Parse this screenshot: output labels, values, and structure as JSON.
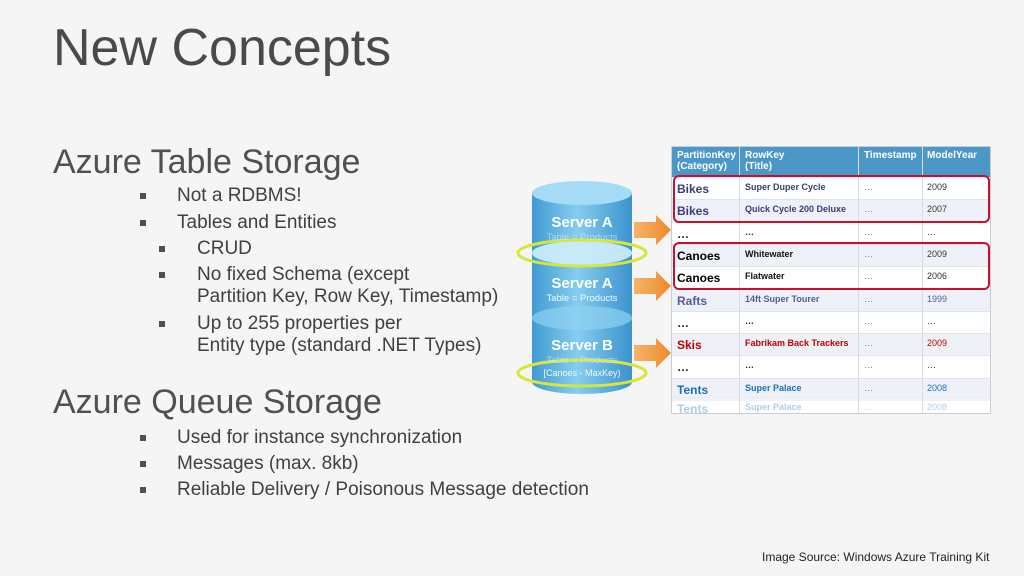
{
  "slide": {
    "title": "New Concepts",
    "section1": {
      "heading": "Azure Table Storage",
      "bullets": [
        "Not a RDBMS!",
        "Tables and Entities"
      ],
      "sub_bullets": [
        [
          "CRUD"
        ],
        [
          "No fixed Schema (except",
          "Partition Key, Row Key, Timestamp)"
        ],
        [
          "Up to 255 properties per",
          "Entity type (standard .NET Types)"
        ]
      ]
    },
    "section2": {
      "heading": "Azure Queue Storage",
      "bullets": [
        "Used for instance synchronization",
        "Messages (max. 8kb)",
        "Reliable Delivery / Poisonous Message detection"
      ]
    },
    "caption": "Image Source: Windows Azure Training Kit"
  },
  "diagram": {
    "servers": [
      {
        "name": "Server A",
        "sub": "Table = Products"
      },
      {
        "name": "Server A",
        "sub": "Table = Products"
      },
      {
        "name": "Server B",
        "sub": "Table = Products",
        "sub2": "[Canoes - MaxKey)"
      }
    ],
    "table": {
      "headers": [
        [
          "PartitionKey",
          "(Category)"
        ],
        [
          "RowKey",
          "(Title)"
        ],
        [
          "Timestamp"
        ],
        [
          "ModelYear"
        ]
      ],
      "rows": [
        [
          "Bikes",
          "Super Duper Cycle",
          "…",
          "2009"
        ],
        [
          "Bikes",
          "Quick Cycle 200 Deluxe",
          "…",
          "2007"
        ],
        [
          "…",
          "…",
          "…",
          "…"
        ],
        [
          "Canoes",
          "Whitewater",
          "…",
          "2009"
        ],
        [
          "Canoes",
          "Flatwater",
          "…",
          "2006"
        ],
        [
          "Rafts",
          "14ft Super Tourer",
          "…",
          "1999"
        ],
        [
          "…",
          "…",
          "…",
          "…"
        ],
        [
          "Skis",
          "Fabrikam Back Trackers",
          "…",
          "2009"
        ],
        [
          "…",
          "…",
          "…",
          "…"
        ],
        [
          "Tents",
          "Super Palace",
          "…",
          "2008"
        ]
      ],
      "reflection": [
        "Tents",
        "Super Palace",
        "…",
        "2008"
      ],
      "colors": {
        "header_bg": "#4b97c8",
        "bikes": "#3b3b78",
        "canoes": "#000000",
        "rafts": "#5a5a9a",
        "skis": "#c00000",
        "tents": "#1f6fb8",
        "group_outline": "#c8102e"
      }
    },
    "colors": {
      "cylinder": "#5fb3e2",
      "ring": "#d8e63a",
      "arrow": "#f39a3c"
    }
  }
}
